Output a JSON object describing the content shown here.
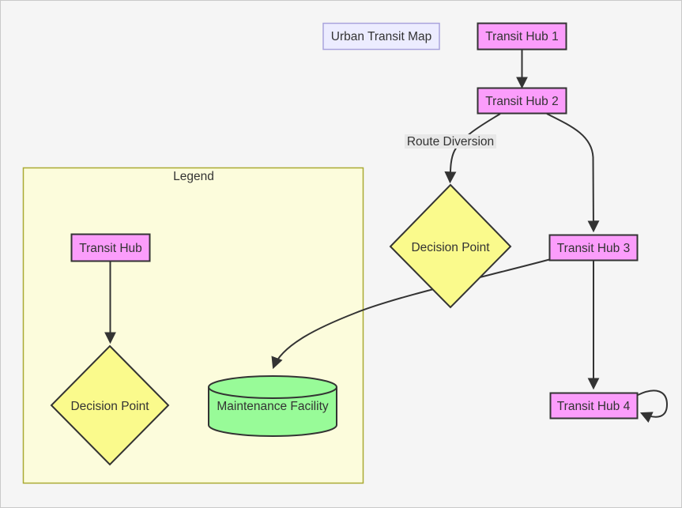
{
  "diagram": {
    "type": "flowchart",
    "title_node": {
      "label": "Urban Transit Map"
    }
  },
  "nodes": {
    "hub1": {
      "label": "Transit Hub 1",
      "shape": "rectangle"
    },
    "hub2": {
      "label": "Transit Hub 2",
      "shape": "rectangle"
    },
    "hub3": {
      "label": "Transit Hub 3",
      "shape": "rectangle"
    },
    "hub4": {
      "label": "Transit Hub 4",
      "shape": "rectangle"
    },
    "decision": {
      "label": "Decision Point",
      "shape": "diamond"
    },
    "maintenance": {
      "label": "Maintenance Facility",
      "shape": "cylinder"
    }
  },
  "edges": {
    "hub1_to_hub2": {
      "label": ""
    },
    "hub2_to_decision": {
      "label": "Route Diversion"
    },
    "hub2_to_hub3": {
      "label": ""
    },
    "hub3_to_maintenance": {
      "label": ""
    },
    "hub3_to_hub4": {
      "label": ""
    },
    "hub4_self_loop": {
      "label": ""
    },
    "legend_hub_to_decision": {
      "label": ""
    }
  },
  "legend": {
    "title": "Legend",
    "hub": {
      "label": "Transit Hub"
    },
    "decision": {
      "label": "Decision Point"
    },
    "maintenance": {
      "label": "Maintenance Facility"
    }
  },
  "colors": {
    "canvas_bg": "#f5f5f5",
    "hub_fill": "#fb9dfb",
    "decision_fill": "#fafa8c",
    "maintenance_fill": "#98fb98",
    "legend_fill": "#fcfcdc",
    "legend_stroke": "#aaaa33",
    "title_fill": "#ececff",
    "title_stroke": "#a9a4dd",
    "edge_color": "#333333",
    "edge_label_bg": "#e8e8e8",
    "text_color": "#333333"
  }
}
